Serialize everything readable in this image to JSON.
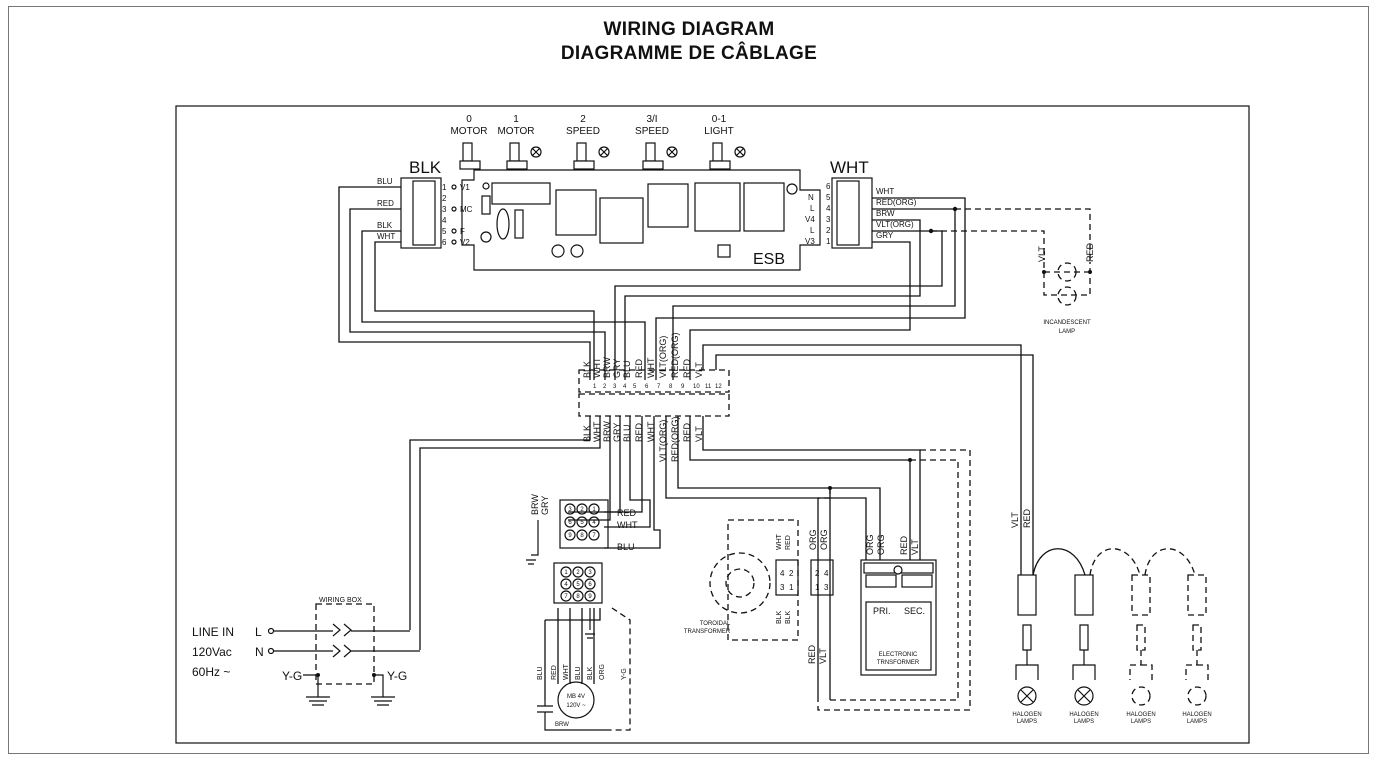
{
  "title": {
    "line1": "WIRING  DIAGRAM",
    "line2": "DIAGRAMME DE CÂBLAGE"
  },
  "switches": [
    {
      "num": "0",
      "name": "MOTOR"
    },
    {
      "num": "1",
      "name": "MOTOR"
    },
    {
      "num": "2",
      "name": "SPEED"
    },
    {
      "num": "3/I",
      "name": "SPEED"
    },
    {
      "num": "0-1",
      "name": "LIGHT"
    }
  ],
  "board": {
    "label": "ESB"
  },
  "blk": {
    "title": "BLK",
    "pins": [
      "1",
      "2",
      "3",
      "4",
      "5",
      "6"
    ],
    "terms": [
      "V1",
      "MC",
      "F",
      "V2"
    ],
    "wires": [
      "BLU",
      "RED",
      "BLK",
      "WHT"
    ]
  },
  "wht": {
    "title": "WHT",
    "pins": [
      "6",
      "5",
      "4",
      "3",
      "2",
      "1"
    ],
    "terms": [
      "N",
      "L",
      "V4",
      "L",
      "V3"
    ],
    "wires": [
      "WHT",
      "RED(ORG)",
      "BRW",
      "VLT(ORG)",
      "GRY"
    ]
  },
  "connector_top_labels": [
    "BLK",
    "WHT",
    "BRW",
    "GRY",
    "BLU",
    "RED",
    "WHT",
    "VLT(ORG)",
    "RED(ORG)",
    "RED",
    "VLT"
  ],
  "connector_bottom_labels": [
    "BLK",
    "WHT",
    "BRW",
    "GRY",
    "BLU",
    "RED",
    "WHT",
    "VLT(ORG)",
    "RED(ORG)",
    "RED",
    "VLT"
  ],
  "connector_pins": [
    "1",
    "2",
    "3",
    "4",
    "5",
    "6",
    "7",
    "8",
    "9",
    "10",
    "11",
    "12"
  ],
  "lamp": {
    "wire1": "VLT",
    "wire2": "RED",
    "label1": "INCANDESCENT",
    "label2": "LAMP"
  },
  "motor_plug": {
    "left1": "BRW",
    "left2": "GRY",
    "right": [
      "RED",
      "WHT",
      "BLU"
    ],
    "pins": [
      "3",
      "2",
      "1",
      "6",
      "5",
      "4",
      "9",
      "8",
      "7"
    ]
  },
  "motor_pins": [
    "1",
    "2",
    "3",
    "4",
    "5",
    "6",
    "7",
    "8",
    "9"
  ],
  "motor": {
    "line1": "MB 4V",
    "line2": "120V ~",
    "wires": [
      "BLU",
      "RED",
      "WHT",
      "BLU",
      "BLK",
      "ORG"
    ],
    "yg": "Y-G",
    "cap": "BRW"
  },
  "toroidal": {
    "label1": "TOROIDAL",
    "label2": "TRANSFORMER",
    "plug": [
      "4",
      "2",
      "3",
      "1"
    ],
    "plug2": [
      "2",
      "4",
      "1",
      "3"
    ],
    "wires_top": [
      "WHT",
      "RED"
    ],
    "wires_bot": [
      "BLK",
      "BLK"
    ],
    "wires_top2": [
      "ORG",
      "ORG"
    ]
  },
  "lower_wires": {
    "red": "RED",
    "vlt": "VLT"
  },
  "electronic": {
    "wires": [
      "ORG",
      "ORG",
      "RED",
      "VLT"
    ],
    "pri": "PRI.",
    "sec": "SEC.",
    "label1": "ELECTRONIC",
    "label2": "TRNSFORMER"
  },
  "halogen": {
    "vlt": "VLT",
    "red": "RED",
    "label1": "HALOGEN",
    "label2": "LAMPS"
  },
  "wiring_box": {
    "title": "WIRING BOX",
    "line_in": "LINE IN",
    "voltage": "120Vac",
    "freq": "60Hz ~",
    "l": "L",
    "n": "N",
    "yg": "Y-G"
  }
}
